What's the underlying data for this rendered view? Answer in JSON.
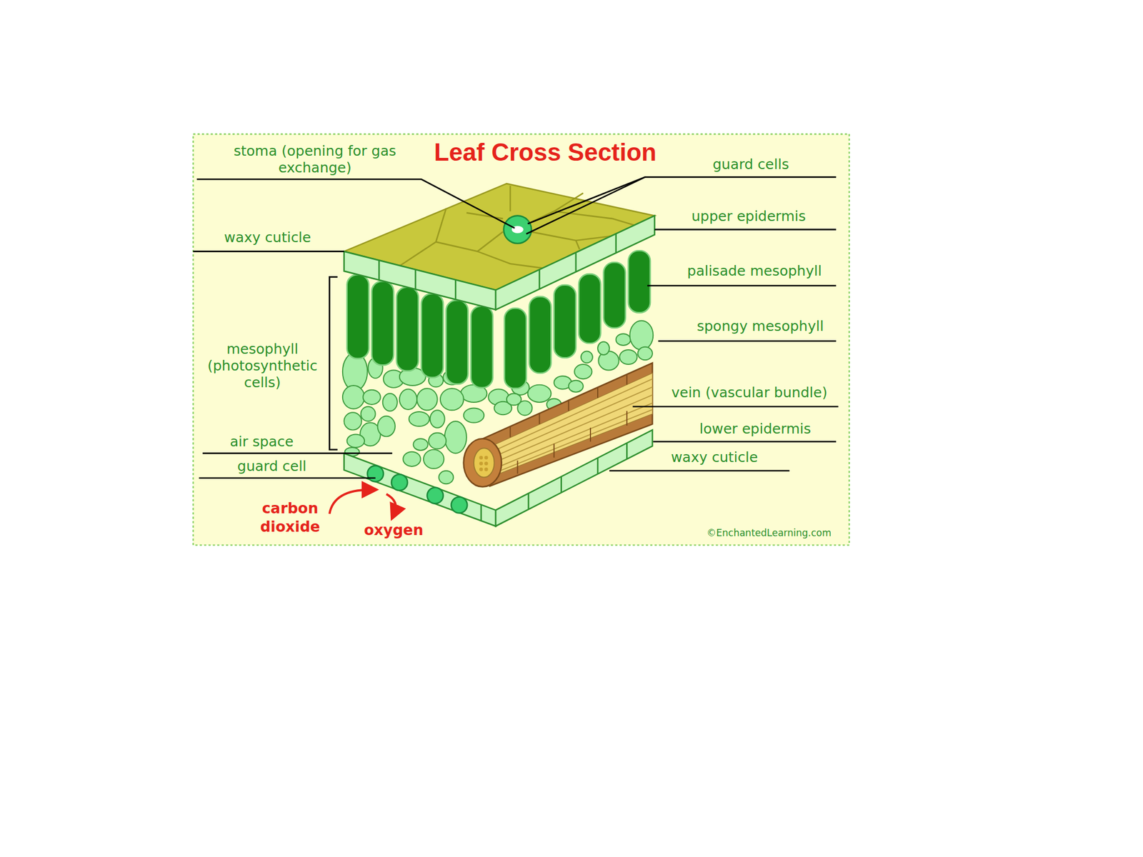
{
  "diagram": {
    "title": "Leaf Cross Section",
    "labels": [
      "stoma (opening for gas exchange)",
      "guard cells",
      "upper epidermis",
      "waxy cuticle",
      "palisade mesophyll",
      "spongy mesophyll",
      "mesophyll (photosynthetic cells)",
      "vein (vascular bundle)",
      "lower epidermis",
      "air space",
      "waxy cuticle",
      "guard cell",
      "carbon dioxide",
      "oxygen",
      "©EnchantedLearning.com"
    ]
  }
}
